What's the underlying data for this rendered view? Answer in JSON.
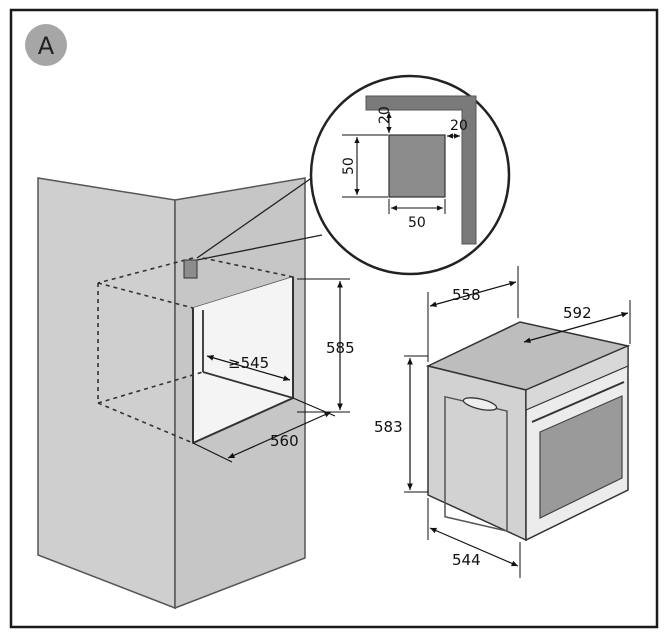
{
  "figure": {
    "badge": "A",
    "cabinet_dimensions": {
      "niche_depth_min": "≥545",
      "niche_height": "585",
      "niche_width": "560"
    },
    "detail_dimensions": {
      "gap_top": "20",
      "gap_right": "20",
      "vent_height": "50",
      "vent_width": "50"
    },
    "oven_dimensions": {
      "depth": "558",
      "width": "592",
      "height": "583",
      "front_width": "544"
    },
    "colors": {
      "panel": "#cdcdcd",
      "panel_edge": "#6b6b6b",
      "badge": "#a6a6a6",
      "vent": "#8c8c8c",
      "line": "#222222"
    }
  }
}
